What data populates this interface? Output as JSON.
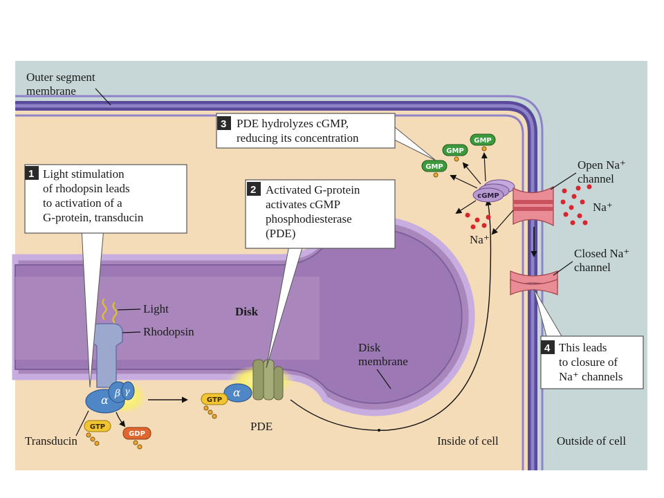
{
  "labels": {
    "outer_membrane": [
      "Outer segment",
      "membrane"
    ],
    "light": "Light",
    "rhodopsin": "Rhodopsin",
    "disk": "Disk",
    "disk_membrane": [
      "Disk",
      "membrane"
    ],
    "transducin": "Transducin",
    "pde": "PDE",
    "inside": "Inside of cell",
    "outside": "Outside of cell",
    "open_channel": [
      "Open Na⁺",
      "channel"
    ],
    "closed_channel": [
      "Closed Na⁺",
      "channel"
    ],
    "na_outside": "Na⁺",
    "na_inside": "Na⁺"
  },
  "steps": [
    {
      "number": "1",
      "lines": [
        "Light stimulation",
        "of rhodopsin leads",
        "to activation of a",
        "G-protein, transducin"
      ]
    },
    {
      "number": "2",
      "lines": [
        "Activated G-protein",
        "activates cGMP",
        "phosphodiesterase",
        "(PDE)"
      ]
    },
    {
      "number": "3",
      "lines": [
        "PDE hydrolyzes cGMP,",
        "reducing its concentration"
      ]
    },
    {
      "number": "4",
      "lines": [
        "This leads",
        "to closure of",
        "Na⁺ channels"
      ]
    }
  ],
  "molecules": {
    "gtp": "GTP",
    "gdp": "GDP",
    "gmp": "GMP",
    "cgmp": "cGMP",
    "alpha": "α",
    "beta": "β",
    "gamma": "γ"
  },
  "colors": {
    "cytoplasm": "#f5dcb8",
    "outside": "#c7d6d6",
    "membrane": "#6b5aa8",
    "disk": "#a987bd",
    "transducin": "#4f86c6",
    "gtp": "#f2c531",
    "gdp": "#e0662f",
    "gmp": "#3c9a3c",
    "cgmp": "#b79ad0",
    "channel": "#e98c96",
    "sodium": "#d8262e"
  }
}
